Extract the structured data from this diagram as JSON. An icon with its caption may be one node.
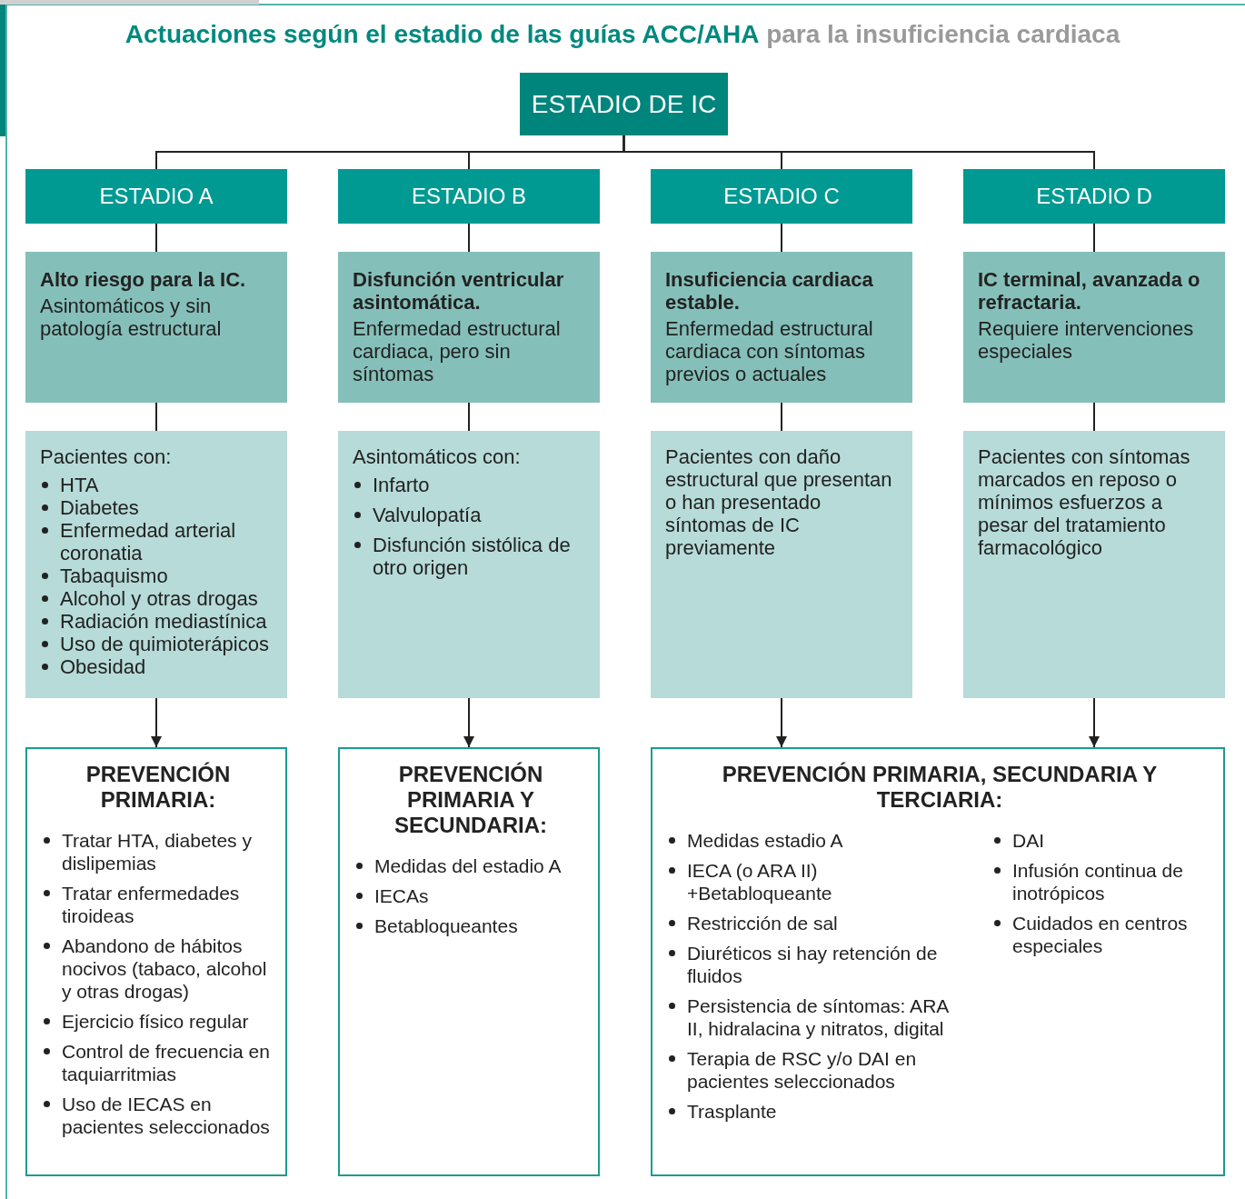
{
  "diagram": {
    "title": "**Actuaciones según el estadio de las guías ACC/AHA** para la insuficiencia cardiaca",
    "nodes": [
      {
        "text": [
          "ESTADIO DE IC"
        ]
      },
      {
        "text": [
          "ESTADIO A"
        ]
      },
      {
        "text": [
          "ESTADIO B"
        ]
      },
      {
        "text": [
          "ESTADIO C"
        ]
      },
      {
        "text": [
          "ESTADIO D"
        ]
      },
      {
        "text": [
          "Alto riesgo para la IC.",
          "Asintomáticos y sin patología estructural"
        ]
      },
      {
        "text": [
          "Disfunción ventricular asintomática.",
          "Enfermedad estructural cardiaca, pero sin síntomas"
        ]
      },
      {
        "text": [
          "Insuficiencia cardiaca estable.",
          "Enfermedad estructural cardiaca con síntomas previos o actuales"
        ]
      },
      {
        "text": [
          "IC terminal, avanzada o refractaria.",
          "Requiere intervenciones especiales"
        ]
      },
      {
        "text": [
          "Pacientes con:",
          "HTA",
          "Diabetes",
          "Enfermedad arterial coronatia",
          "Tabaquismo",
          "Alcohol y otras drogas",
          "Radiación mediastínica",
          "Uso de quimioterápicos",
          "Obesidad"
        ]
      },
      {
        "text": [
          "Asintomáticos con:",
          "Infarto",
          "Valvulopatía",
          "Disfunción sistólica de otro origen"
        ]
      },
      {
        "text": [
          "Pacientes con daño estructural que presentan o han presentado síntomas de IC previamente"
        ]
      },
      {
        "text": [
          "Pacientes con síntomas marcados en reposo o mínimos esfuerzos a pesar del tratamiento farmacológico"
        ]
      },
      {
        "text": [
          "PREVENCIÓN PRIMARIA:",
          "Tratar HTA, diabetes y dislipemias",
          "Tratar enfermedades tiroideas",
          "Abandono de hábitos nocivos (tabaco, alcohol y otras drogas)",
          "Ejercicio físico regular",
          "Control de frecuencia en taquiarritmias",
          "Uso de IECAS en pacientes seleccionados"
        ]
      },
      {
        "text": [
          "PREVENCIÓN PRIMARIA Y SECUNDARIA:",
          "Medidas del estadio A",
          "IECAs",
          "Betabloqueantes"
        ]
      },
      {
        "text": [
          "PREVENCIÓN PRIMARIA, SECUNDARIA Y TERCIARIA:",
          "Medidas estadio A",
          "IECA (o ARA II) +Betabloqueante",
          "Restricción de sal",
          "Diuréticos si  hay retención de fluidos",
          "Persistencia de síntomas: ARA II, hidralacina y nitratos, digital",
          "Terapia de RSC y/o DAI en pacientes seleccionados",
          "Trasplante",
          "DAI",
          "Infusión continua de inotrópicos",
          "Cuidados en centros especiales"
        ]
      }
    ],
    "edges": [
      {
        "from": 0,
        "to": 1,
        "arrow": "none"
      },
      {
        "from": 0,
        "to": 2,
        "arrow": "none"
      },
      {
        "from": 0,
        "to": 3,
        "arrow": "none"
      },
      {
        "from": 0,
        "to": 4,
        "arrow": "none"
      },
      {
        "from": 1,
        "to": 5,
        "arrow": "none"
      },
      {
        "from": 2,
        "to": 6,
        "arrow": "none"
      },
      {
        "from": 3,
        "to": 7,
        "arrow": "none"
      },
      {
        "from": 4,
        "to": 8,
        "arrow": "none"
      },
      {
        "from": 5,
        "to": 9,
        "arrow": "none"
      },
      {
        "from": 6,
        "to": 10,
        "arrow": "none"
      },
      {
        "from": 7,
        "to": 11,
        "arrow": "none"
      },
      {
        "from": 8,
        "to": 12,
        "arrow": "none"
      },
      {
        "from": 9,
        "to": 13,
        "arrow": "to"
      },
      {
        "from": 10,
        "to": 14,
        "arrow": "to"
      },
      {
        "from": 11,
        "to": 15,
        "arrow": "to"
      },
      {
        "from": 12,
        "to": 15,
        "arrow": "to"
      }
    ]
  }
}
